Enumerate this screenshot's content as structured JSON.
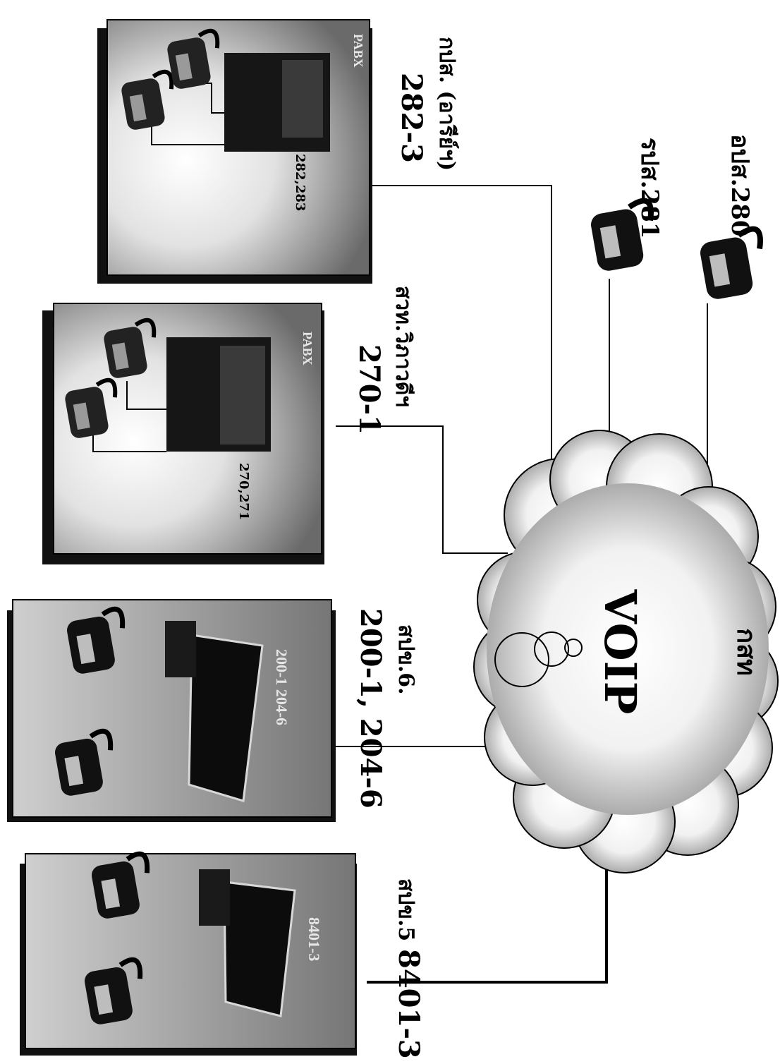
{
  "cloud": {
    "title": "VOIP",
    "owner": "กสท"
  },
  "phones": [
    {
      "name": "อปส.280"
    },
    {
      "name": "รปส.281"
    }
  ],
  "sites": [
    {
      "name": "กปส. (อารีย์ฯ)",
      "number": "282-3",
      "device": "PABX",
      "extensions": "282,283"
    },
    {
      "name": "สวท.วิภาวดีฯ",
      "number": "270-1",
      "device": "PABX",
      "extensions": "270,271"
    },
    {
      "name": "สปข.6.",
      "number": "200-1, 204-6",
      "device_label": "200-1  204-6"
    },
    {
      "name": "สปข.5",
      "number": "8401-3",
      "device_label": "8401-3"
    }
  ]
}
